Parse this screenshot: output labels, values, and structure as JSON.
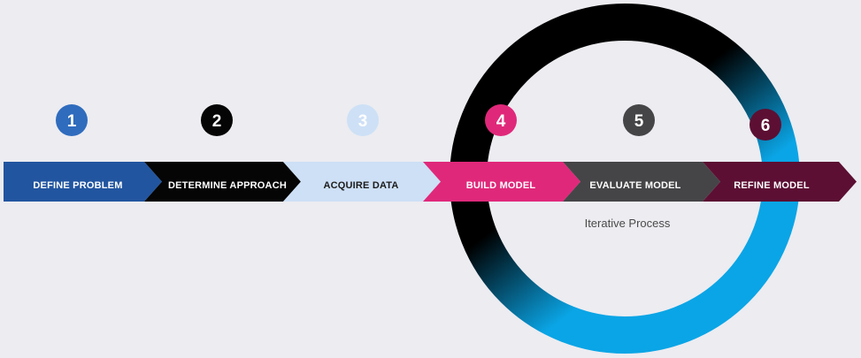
{
  "colors": {
    "background": "#ececf1",
    "ring_dark": "#000000",
    "ring_light": "#0aa5e6"
  },
  "steps": [
    {
      "number": "1",
      "label": "DEFINE PROBLEM",
      "color": "#2255a0",
      "number_color": "#2f6cbd",
      "text_color": "#ffffff",
      "number_text_color": "#ffffff"
    },
    {
      "number": "2",
      "label": "DETERMINE APPROACH",
      "color": "#050505",
      "number_color": "#050505",
      "text_color": "#ffffff",
      "number_text_color": "#ffffff"
    },
    {
      "number": "3",
      "label": "ACQUIRE DATA",
      "color": "#cde0f6",
      "number_color": "#cde0f6",
      "text_color": "#1b1b1b",
      "number_text_color": "#ffffff"
    },
    {
      "number": "4",
      "label": "BUILD MODEL",
      "color": "#e0287a",
      "number_color": "#e0287a",
      "text_color": "#ffffff",
      "number_text_color": "#ffffff"
    },
    {
      "number": "5",
      "label": "EVALUATE MODEL",
      "color": "#454547",
      "number_color": "#454547",
      "text_color": "#ffffff",
      "number_text_color": "#ffffff"
    },
    {
      "number": "6",
      "label": "REFINE MODEL",
      "color": "#5c0f33",
      "number_color": "#5c0f33",
      "text_color": "#ffffff",
      "number_text_color": "#ffffff"
    }
  ],
  "cycle": {
    "label": "Iterative Process"
  }
}
